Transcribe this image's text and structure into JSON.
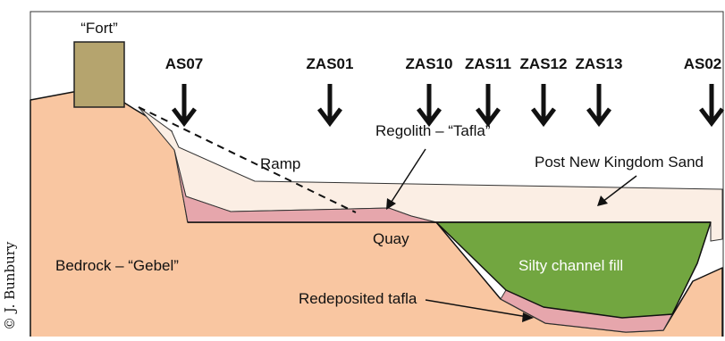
{
  "credit": "© J. Bunbury",
  "fort_label": "“Fort”",
  "boreholes": [
    {
      "id": "as07",
      "label": "AS07"
    },
    {
      "id": "zas01",
      "label": "ZAS01"
    },
    {
      "id": "zas10",
      "label": "ZAS10"
    },
    {
      "id": "zas11",
      "label": "ZAS11"
    },
    {
      "id": "zas12",
      "label": "ZAS12"
    },
    {
      "id": "zas13",
      "label": "ZAS13"
    },
    {
      "id": "as02",
      "label": "AS02"
    }
  ],
  "labels": {
    "ramp": "Ramp",
    "regolith": "Regolith – “Tafla”",
    "post_nk_sand": "Post New Kingdom Sand",
    "quay": "Quay",
    "bedrock": "Bedrock – “Gebel”",
    "channel_fill": "Silty channel fill",
    "redeposited": "Redeposited tafla"
  },
  "colors": {
    "bedrock": "#f9c6a1",
    "sand": "#fbeee4",
    "tafla": "#e6a6ac",
    "channel": "#72a640",
    "fort": "#b5a46e"
  }
}
